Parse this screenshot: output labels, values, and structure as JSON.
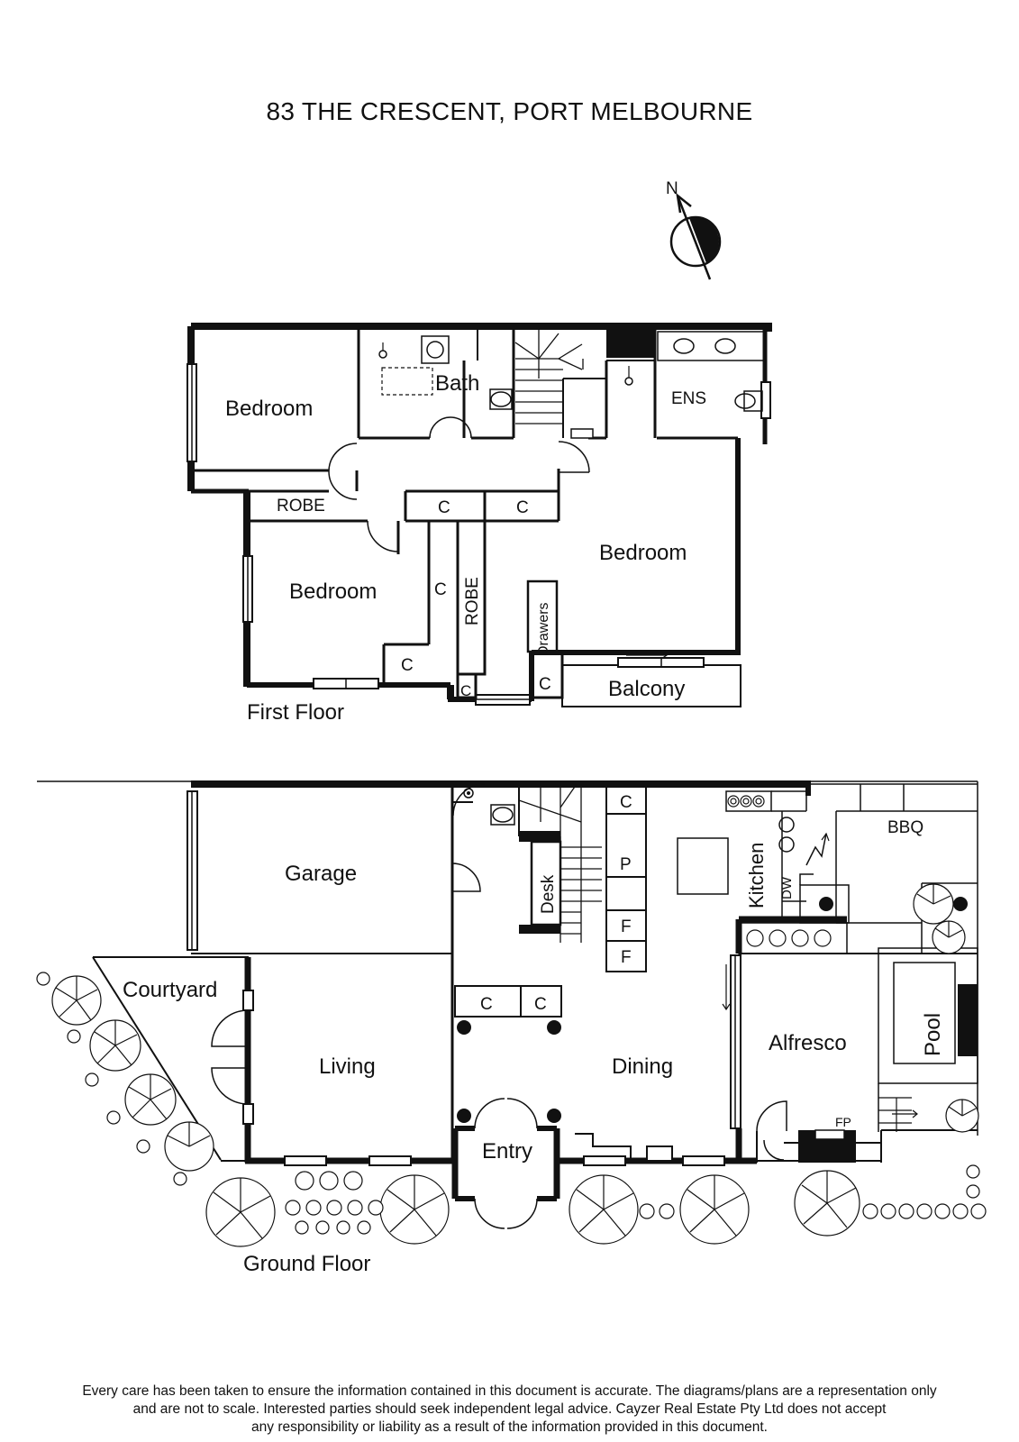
{
  "title": "83 THE CRESCENT, PORT MELBOURNE",
  "north_label": "N",
  "first_floor": {
    "label": "First Floor",
    "rooms": {
      "bedroom1": "Bedroom",
      "bath": "Bath",
      "ens": "ENS",
      "robe1": "ROBE",
      "c1": "C",
      "c2": "C",
      "bedroom2": "Bedroom",
      "bedroom3": "Bedroom",
      "c3": "C",
      "robe2": "ROBE",
      "drawers": "Drawers",
      "c4": "C",
      "c5": "C",
      "c6": "C",
      "balcony": "Balcony"
    }
  },
  "ground_floor": {
    "label": "Ground Floor",
    "rooms": {
      "garage": "Garage",
      "courtyard": "Courtyard",
      "living": "Living",
      "entry": "Entry",
      "dining": "Dining",
      "desk": "Desk",
      "c1": "C",
      "p": "P",
      "f1": "F",
      "f2": "F",
      "c2": "C",
      "c3": "C",
      "kitchen": "Kitchen",
      "dw": "DW",
      "bbq": "BBQ",
      "alfresco": "Alfresco",
      "pool": "Pool",
      "fp": "FP"
    }
  },
  "disclaimer": {
    "line1": "Every care has been taken to ensure the information contained in this document is accurate. The diagrams/plans are a representation only",
    "line2": "and are not to scale. Interested parties should seek independent legal advice. Cayzer Real Estate Pty Ltd does not accept",
    "line3": "any responsibility or liability as a result of the information provided in this document."
  }
}
